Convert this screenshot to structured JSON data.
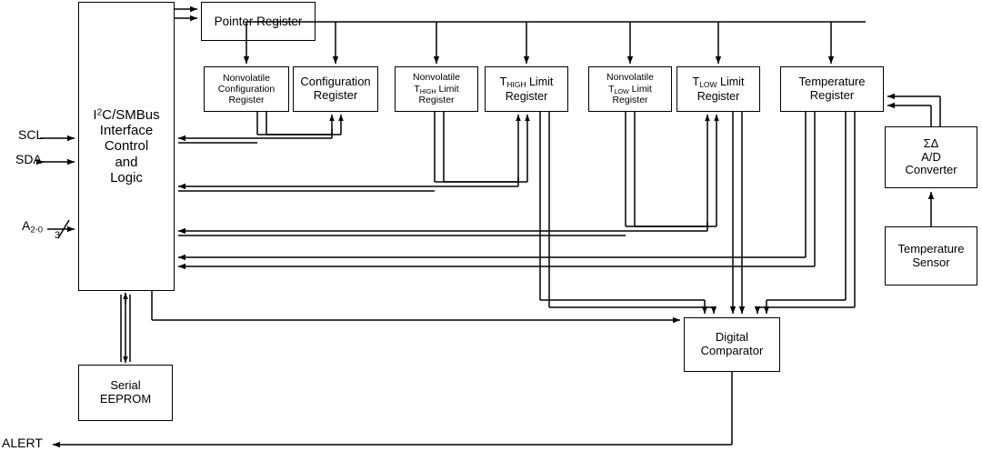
{
  "diagram": {
    "title": "I2C/SMBus temperature sensor block diagram",
    "blocks": {
      "interface": "I²C/SMBus Interface Control and Logic",
      "interface_lines": [
        "I2C/SMBus",
        "Interface",
        "Control",
        "and",
        "Logic"
      ],
      "pointer_register": "Pointer Register",
      "nonvolatile_config_register": "Nonvolatile Configuration Register",
      "configuration_register": "Configuration Register",
      "nonvolatile_thigh_limit_register": "Nonvolatile THIGH Limit Register",
      "thigh_limit_register": "THIGH Limit Register",
      "nonvolatile_tlow_limit_register": "Nonvolatile TLOW Limit Register",
      "tlow_limit_register": "TLOW Limit Register",
      "temperature_register": "Temperature Register",
      "ad_converter": "ΣΔ A/D Converter",
      "ad_converter_lines": [
        "ΣΔ",
        "A/D",
        "Converter"
      ],
      "temperature_sensor": "Temperature Sensor",
      "digital_comparator": "Digital Comparator",
      "serial_eeprom": "Serial EEPROM"
    },
    "pins": {
      "scl": "SCL",
      "sda": "SDA",
      "address": "A2-0",
      "address_bus_width": "3",
      "alert": "ALERT"
    },
    "colors": {
      "line": "#000000",
      "background": "#ffffff",
      "block_fill": "#ffffff"
    }
  }
}
